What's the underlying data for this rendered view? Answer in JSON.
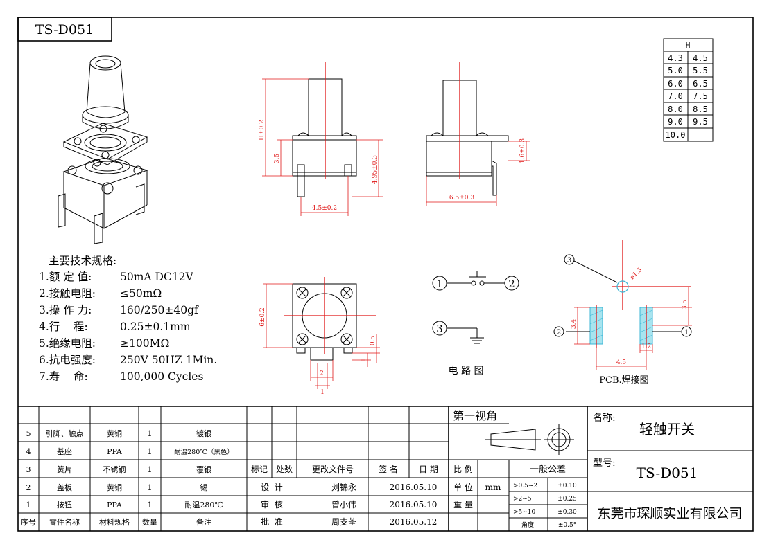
{
  "drawing_number": "TS-D051",
  "h_table": {
    "header": "H",
    "rows": [
      [
        "4.3",
        "4.5"
      ],
      [
        "5.0",
        "5.5"
      ],
      [
        "6.0",
        "6.5"
      ],
      [
        "7.0",
        "7.5"
      ],
      [
        "8.0",
        "8.5"
      ],
      [
        "9.0",
        "9.5"
      ],
      [
        "10.0",
        ""
      ]
    ]
  },
  "dims": {
    "front_h": "H±0.2",
    "front_35": "3.5",
    "front_495": "4.95±0.3",
    "front_45": "4.5±0.2",
    "side_16": "1.6±0.3",
    "side_65": "6.5±0.3",
    "top_6": "6±0.2",
    "top_05": "0.5",
    "top_1a": "1",
    "top_2": "2",
    "top_1b": "1",
    "pcb_dia": "ø1.3",
    "pcb_35": "3.5",
    "pcb_34": "3.4",
    "pcb_12": "1.2",
    "pcb_45": "4.5"
  },
  "specs": {
    "title": "主要技术规格:",
    "items": [
      {
        "label": "1.额 定 值:",
        "value": "50mA DC12V"
      },
      {
        "label": "2.接触电阻:",
        "value": "≤50mΩ"
      },
      {
        "label": "3.操 作 力:",
        "value": "160/250±40gf"
      },
      {
        "label": "4.行    程:",
        "value": "0.25±0.1mm"
      },
      {
        "label": "5.绝缘电阻:",
        "value": "≥100MΩ"
      },
      {
        "label": "6.抗电强度:",
        "value": "250V 50HZ 1Min."
      },
      {
        "label": "7.寿    命:",
        "value": "100,000 Cycles"
      }
    ]
  },
  "circuit": {
    "n1": "1",
    "n2": "2",
    "n3": "3",
    "caption": "电 路 图"
  },
  "pcb": {
    "n1": "1",
    "n2": "2",
    "n3": "3",
    "caption": "PCB.焊接图"
  },
  "bom": {
    "header": [
      "序号",
      "零件名称",
      "材料规格",
      "数量",
      "备注"
    ],
    "rows": [
      [
        "5",
        "引脚、触点",
        "黄铜",
        "1",
        "镀银"
      ],
      [
        "4",
        "基座",
        "PPA",
        "1",
        "耐温280℃（黑色）"
      ],
      [
        "3",
        "簧片",
        "不锈钢",
        "1",
        "覆银"
      ],
      [
        "2",
        "盖板",
        "黄铜",
        "1",
        "锡"
      ],
      [
        "1",
        "按钮",
        "PPA",
        "1",
        "耐温280℃"
      ]
    ]
  },
  "revision": {
    "header": [
      "标记",
      "处数",
      "更改文件号",
      "签 名",
      "日 期"
    ],
    "design_label": "设  计",
    "design_name": "刘锦永",
    "design_date": "2016.05.10",
    "review_label": "审  核",
    "review_name": "曾小伟",
    "review_date": "2016.05.10",
    "approve_label": "批  准",
    "approve_name": "周支荃",
    "approve_date": "2016.05.12"
  },
  "projection_title": "第一视角",
  "scale_label": "比 例",
  "unit_label": "单 位",
  "unit_value": "mm",
  "weight_label": "重 量",
  "tolerance": {
    "title": "一般公差",
    "rows": [
      [
        ">0.5~2",
        "±0.10"
      ],
      [
        ">2~5",
        "±0.25"
      ],
      [
        ">5~10",
        "±0.30"
      ],
      [
        "角度",
        "±0.5°"
      ]
    ]
  },
  "name_label": "名称:",
  "name_value": "轻触开关",
  "model_label": "型号:",
  "model_value": "TS-D051",
  "company": "东莞市琛顺实业有限公司"
}
